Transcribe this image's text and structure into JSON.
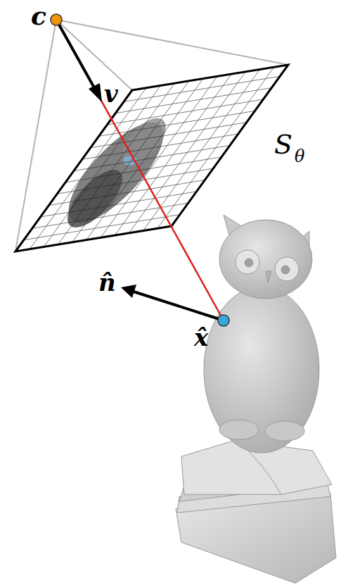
{
  "diagram": {
    "labels": [
      "c",
      "v",
      "n̂",
      "x̂",
      "S",
      "θ"
    ]
  }
}
